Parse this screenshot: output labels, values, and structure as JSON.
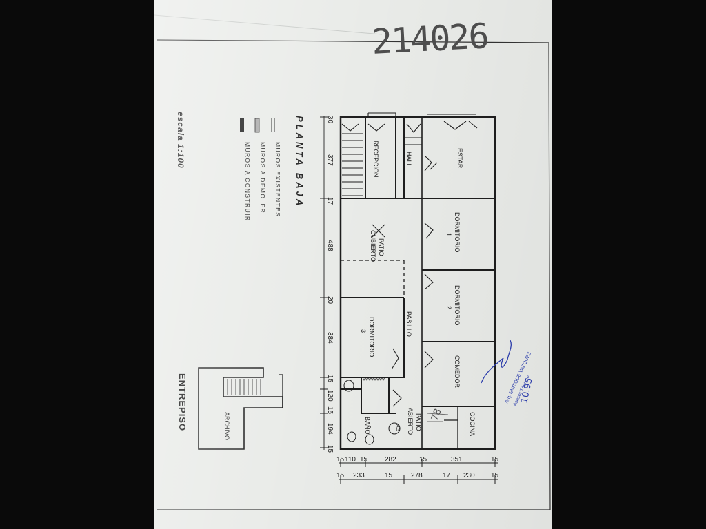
{
  "stamp_number": "214026",
  "title": "PLANTA BAJA",
  "legend": {
    "items": [
      {
        "label": "MUROS EXISTENTES",
        "swatch": "existing"
      },
      {
        "label": "MUROS A DEMOLER",
        "swatch": "demolish"
      },
      {
        "label": "MUROS A CONSTRUIR",
        "swatch": "construct"
      }
    ],
    "scale": "escala 1:100"
  },
  "rooms": {
    "estar": "ESTAR",
    "hall": "HALL",
    "recepcion": "RECEPCION",
    "dormitorio_1": "DORMITORIO",
    "dormitorio_1_num": "1",
    "patio_cubierto_1": "PATIO",
    "patio_cubierto_2": "CUBIERTO",
    "dormitorio_2": "DORMITORIO",
    "dormitorio_2_num": "2",
    "pasillo": "PASILLO",
    "dormitorio_3": "DORMITORIO",
    "dormitorio_3_num": "3",
    "comedor": "COMEDOR",
    "patio_abierto_1": "PATIO",
    "patio_abierto_2": "ABIERTO",
    "bano": "BAÑO",
    "cocina": "COCINA",
    "ag": "AG"
  },
  "entrepiso": {
    "title": "ENTREPISO",
    "room": "ARCHIVO"
  },
  "dimensions": {
    "vertical": [
      "30",
      "377",
      "17",
      "488",
      "20",
      "384",
      "15",
      "120",
      "15",
      "194",
      "15"
    ],
    "horizontal_1": [
      "15",
      "110",
      "15",
      "282",
      "15",
      "351",
      "15"
    ],
    "horizontal_2": [
      "15",
      "233",
      "15",
      "278",
      "17",
      "230",
      "15"
    ]
  },
  "annotations": {
    "pencil": "78"
  },
  "signature": {
    "line1": "Arq. ENRIQUE VAZQUEZ",
    "line2": "Asesor Técnico",
    "date": "10.95"
  }
}
